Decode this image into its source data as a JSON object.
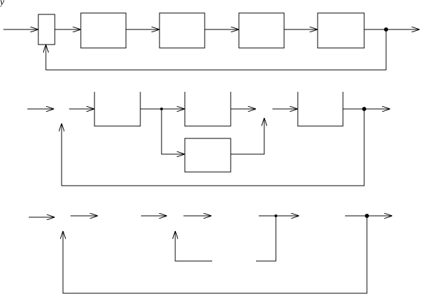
{
  "corner_label": "y",
  "diagrams": [
    {
      "id": "top",
      "blocks": 5,
      "summing_points": 1,
      "junctions": 1
    },
    {
      "id": "middle",
      "blocks": 4,
      "summing_points": 2,
      "junctions": 2
    },
    {
      "id": "bottom",
      "blocks": 0,
      "summing_points": 2,
      "junctions": 2
    }
  ],
  "colors": {
    "stroke": "#000000",
    "background": "#ffffff"
  }
}
